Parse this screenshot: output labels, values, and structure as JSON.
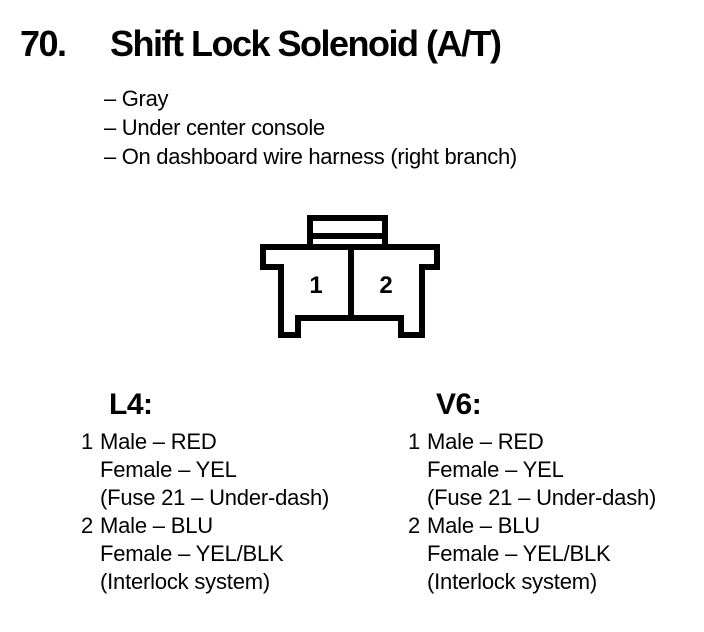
{
  "colors": {
    "ink": "#000000",
    "paper": "#ffffff"
  },
  "header": {
    "number": "70.",
    "title": "Shift Lock Solenoid (A/T)",
    "notes": [
      "– Gray",
      "– Under center console",
      "– On dashboard wire harness (right branch)"
    ]
  },
  "connector": {
    "pins": [
      "1",
      "2"
    ]
  },
  "sections": [
    {
      "heading": "L4:",
      "items": [
        {
          "num": "1",
          "lines": [
            "Male – RED",
            "Female – YEL",
            "(Fuse 21 – Under-dash)"
          ]
        },
        {
          "num": "2",
          "lines": [
            "Male – BLU",
            "Female – YEL/BLK",
            "(Interlock system)"
          ]
        }
      ]
    },
    {
      "heading": "V6:",
      "items": [
        {
          "num": "1",
          "lines": [
            "Male – RED",
            "Female – YEL",
            "(Fuse 21 – Under-dash)"
          ]
        },
        {
          "num": "2",
          "lines": [
            "Male – BLU",
            "Female – YEL/BLK",
            "(Interlock system)"
          ]
        }
      ]
    }
  ]
}
